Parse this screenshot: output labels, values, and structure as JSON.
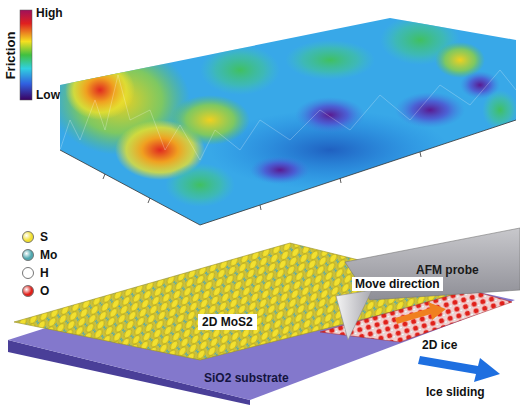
{
  "diagram": {
    "nodes": [
      {
        "text": [
          "AFM probe"
        ]
      },
      {
        "text": [
          "2D MoS2"
        ]
      },
      {
        "text": [
          "2D ice"
        ]
      },
      {
        "text": [
          "SiO2 substrate"
        ]
      }
    ],
    "labels": [
      "Friction",
      "High",
      "Low",
      "Move direction",
      "Ice sliding"
    ],
    "legend": [
      {
        "text": "S",
        "color": "#f2e030"
      },
      {
        "text": "Mo",
        "color": "#4fa8b0"
      },
      {
        "text": "H",
        "color": "#ffffff"
      },
      {
        "text": "O",
        "color": "#e0201a"
      }
    ]
  }
}
